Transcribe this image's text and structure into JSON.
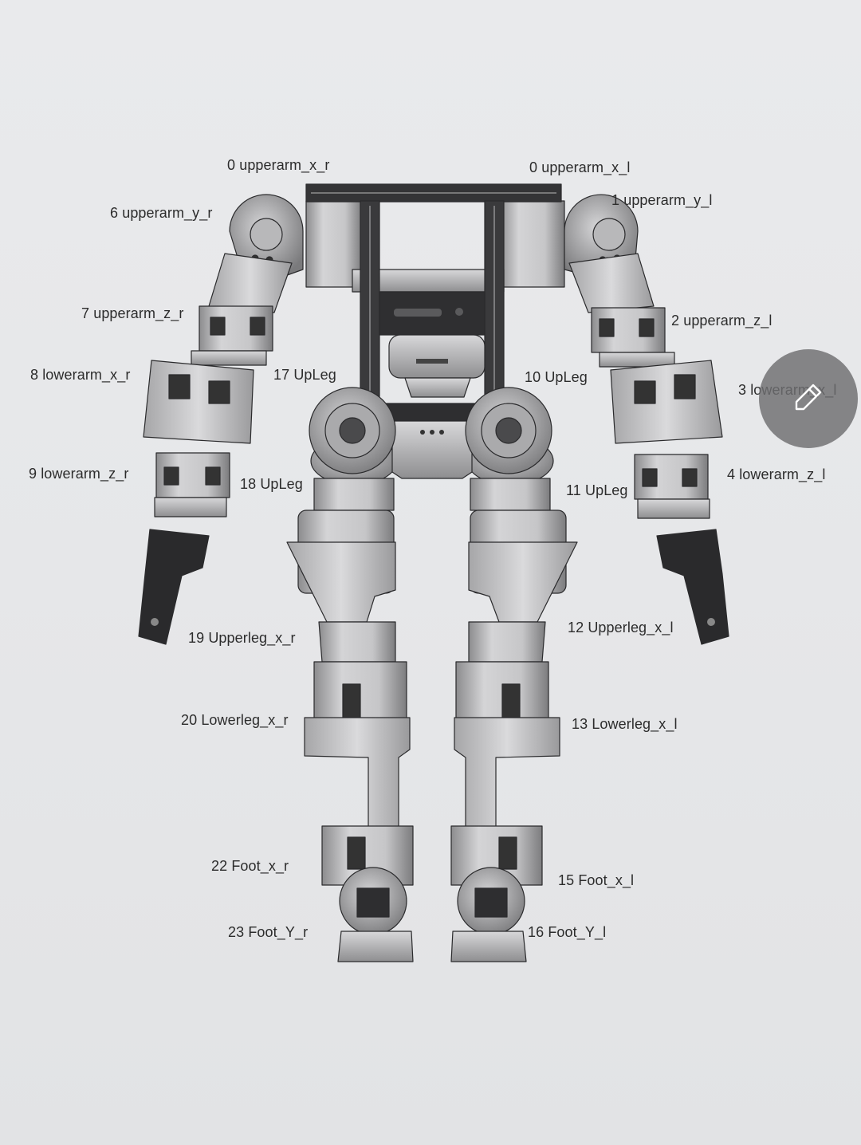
{
  "labels": {
    "upperarm_x_r": "0 upperarm_x_r",
    "upperarm_x_l": "0 upperarm_x_l",
    "upperarm_y_l": "1 upperarm_y_l",
    "upperarm_y_r": "6 upperarm_y_r",
    "upperarm_z_r": "7 upperarm_z_r",
    "upperarm_z_l": "2 upperarm_z_l",
    "lowerarm_x_r": "8 lowerarm_x_r",
    "lowerarm_x_l": "3 lowerarm_x_l",
    "upleg_17": "17 UpLeg",
    "upleg_10": "10 UpLeg",
    "lowerarm_z_r": "9 lowerarm_z_r",
    "lowerarm_z_l": "4 lowerarm_z_l",
    "upleg_18": "18 UpLeg",
    "upleg_11": "11 UpLeg",
    "upperleg_x_r": "19 Upperleg_x_r",
    "upperleg_x_l": "12 Upperleg_x_l",
    "lowerleg_x_r": "20 Lowerleg_x_r",
    "lowerleg_x_l": "13 Lowerleg_x_l",
    "foot_x_r": "22 Foot_x_r",
    "foot_x_l": "15 Foot_x_l",
    "foot_y_r": "23 Foot_Y_r",
    "foot_y_l": "16 Foot_Y_l"
  },
  "edit_button": {
    "icon": "pencil-icon"
  }
}
